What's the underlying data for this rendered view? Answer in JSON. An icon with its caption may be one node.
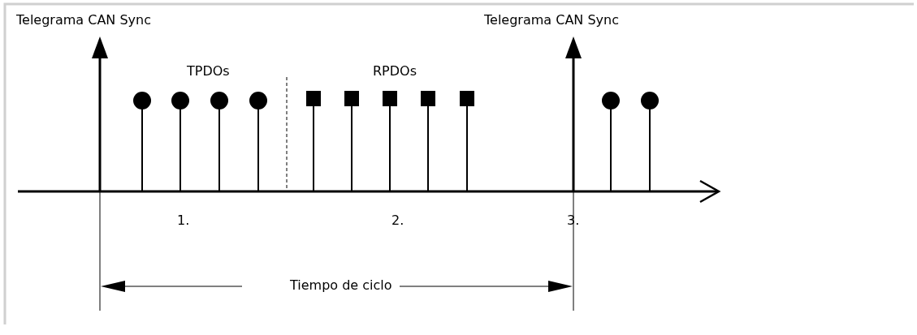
{
  "diagram": {
    "labels": [
      "Telegrama CAN Sync",
      "Telegrama CAN Sync",
      "TPDOs",
      "RPDOs",
      "1.",
      "2.",
      "3.",
      "Tiempo de ciclo"
    ]
  }
}
